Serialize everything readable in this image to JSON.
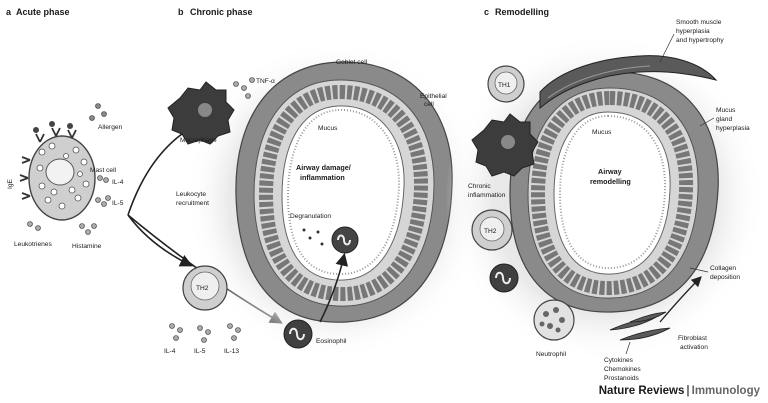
{
  "panels": {
    "a": {
      "letter": "a",
      "title": "Acute phase"
    },
    "b": {
      "letter": "b",
      "title": "Chronic phase"
    },
    "c": {
      "letter": "c",
      "title": "Remodelling"
    }
  },
  "panel_a": {
    "allergen": "Allergen",
    "mast_cell": "Mast cell",
    "ige": "IgE",
    "il4": "IL-4",
    "il5": "IL-5",
    "leukotrienes": "Leukotrienes",
    "histamine": "Histamine"
  },
  "panel_b": {
    "tnf": "TNF-α",
    "macrophage": "Macrophage",
    "goblet_cell": "Goblet cell",
    "epithelial_cell": [
      "Epithelial",
      "cell"
    ],
    "mucus": "Mucus",
    "airway_damage": [
      "Airway damage/",
      "inflammation"
    ],
    "degranulation": "Degranulation",
    "leukocyte_recruitment": [
      "Leukocyte",
      "recruitment"
    ],
    "th2": "TH2",
    "il4": "IL-4",
    "il5": "IL-5",
    "il13": "IL-13",
    "eosinophil": "Eosinophil"
  },
  "panel_c": {
    "th1": "TH1",
    "th2": "TH2",
    "chronic_inflammation": [
      "Chronic",
      "inflammation"
    ],
    "smooth_muscle": [
      "Smooth muscle",
      "hyperplasia",
      "and hypertrophy"
    ],
    "mucus_gland": [
      "Mucus",
      "gland",
      "hyperplasia"
    ],
    "mucus": "Mucus",
    "airway_remodelling": [
      "Airway",
      "remodelling"
    ],
    "collagen": [
      "Collagen",
      "deposition"
    ],
    "fibroblast": [
      "Fibroblast",
      "activation"
    ],
    "neutrophil": "Neutrophil",
    "mediators": [
      "Cytokines",
      "Chemokines",
      "Prostanoids"
    ]
  },
  "footer": {
    "journal": "Nature Reviews",
    "separator": "|",
    "subject": "Immunology"
  },
  "colors": {
    "tissue": "#8a8a8a",
    "cell_fill": "#dcdcdc",
    "dark": "#333333",
    "haze": "#e6e6e6",
    "smooth_muscle": "#5a5a5a"
  },
  "icons": [
    "mast-cell",
    "macrophage",
    "t-cell",
    "eosinophil",
    "neutrophil",
    "fibroblast",
    "allergen-molecule"
  ]
}
